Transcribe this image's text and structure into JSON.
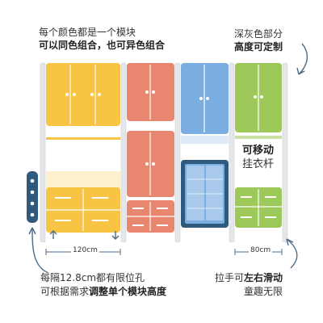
{
  "callouts": {
    "top_left_line1": "每个颜色都是一个模块",
    "top_left_line2": "可以同色组合，也可异色组合",
    "top_right_line1": "深灰色部分",
    "top_right_line2": "高度可定制",
    "mid_right_line1": "可移动",
    "mid_right_line2": "挂衣杆",
    "bottom_left_line1": "每隔12.8cm都有限位孔",
    "bottom_left_line2_prefix": "可根据需求",
    "bottom_left_line2_bold": "调整单个模块高度",
    "bottom_right_line1_prefix": "拉手可",
    "bottom_right_line1_bold": "左右滑动",
    "bottom_right_line2": "童趣无限"
  },
  "dimensions": {
    "left_width": "120cm",
    "right_width": "80cm"
  },
  "colors": {
    "yellow": "#f7c443",
    "orange": "#e8866f",
    "blue": "#7aaee0",
    "green": "#9dc95a",
    "frame": "#e4e6ea",
    "dark_accent": "#2f5a7e",
    "knob": "#ffffff"
  }
}
